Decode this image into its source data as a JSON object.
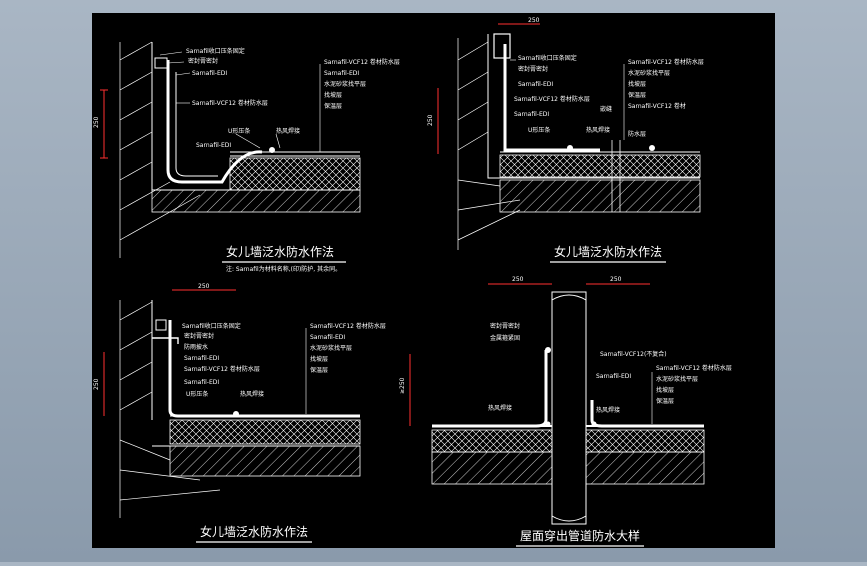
{
  "colors": {
    "background": "#000000",
    "frame": "#8fa0b2",
    "line": "#ffffff",
    "dimension": "#ff3030",
    "label": "#ffffff"
  },
  "dims": {
    "d250": "250",
    "d250b": "≥250"
  },
  "detail1": {
    "labels": {
      "seal_top": "Sarnafil收口压条固定",
      "sealant": "密封膏密封",
      "edi": "Sarnafil-EDI",
      "pvc": "Sarnafil-VCF12 卷材防水层",
      "u_strip": "U形压条",
      "weld": "热风焊接",
      "edi2": "Sarnafil-EDI",
      "r_pvc": "Sarnafil-VCF12 卷材防水层",
      "r_edi": "Sarnafil-EDI",
      "r_screed": "水泥砂浆找平层",
      "r_slope": "找坡层",
      "r_insul": "保温层"
    },
    "title": "女儿墙泛水防水作法",
    "note": "注: Sarnafil为材料名称,(印)防护, 其余同。"
  },
  "detail2": {
    "labels": {
      "seal_top": "Sarnafil收口压条固定",
      "sealant": "密封膏密封",
      "edi": "Sarnafil-EDI",
      "pvc": "Sarnafil-VCF12 卷材防水层",
      "u_strip": "U形压条",
      "weld": "热风焊接",
      "joint": "嵌缝",
      "r_pvc": "Sarnafil-VCF12 卷材防水层",
      "r_edi": "Sarnafil-EDI",
      "r_screed": "水泥砂浆找平层",
      "r_slope": "找坡层",
      "r_insul": "保温层",
      "r_pvc2": "Sarnafil-VCF12 卷材",
      "r_pvc2b": "防水层"
    },
    "title": "女儿墙泛水防水作法"
  },
  "detail3": {
    "labels": {
      "seal_top": "Sarnafil收口压条固定",
      "sealant": "密封膏密封",
      "drip": "防雨披水",
      "edi": "Sarnafil-EDI",
      "pvc": "Sarnafil-VCF12 卷材防水层",
      "edi2": "Sarnafil-EDI",
      "u_strip": "U形压条",
      "weld": "热风焊接",
      "r_pvc": "Sarnafil-VCF12 卷材防水层",
      "r_edi": "Sarnafil-EDI",
      "r_screed": "水泥砂浆找平层",
      "r_slope": "找坡层",
      "r_insul": "保温层"
    },
    "title": "女儿墙泛水防水作法"
  },
  "detail4": {
    "labels": {
      "sealant": "密封膏密封",
      "clamp": "金属箍紧固",
      "pvc": "Sarnafil-VCF12(不复合)",
      "r_pvc": "Sarnafil-VCF12 卷材防水层",
      "r_edi": "Sarnafil-EDI",
      "r_screed": "水泥砂浆找平层",
      "r_slope": "找坡层",
      "r_insul": "保温层",
      "weld_l": "热风焊接",
      "weld_r": "热风焊接"
    },
    "title": "屋面穿出管道防水大样"
  }
}
